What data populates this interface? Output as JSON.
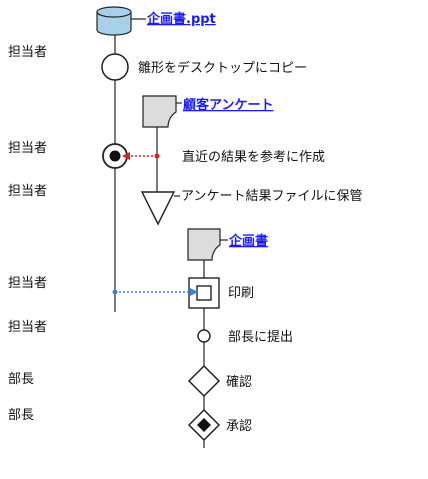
{
  "documents": {
    "ppt_label": "企画書.ppt",
    "survey_label": "顧客アンケート",
    "plan_label": "企画書"
  },
  "roles": {
    "r1": "担当者",
    "r2": "担当者",
    "r3": "担当者",
    "r4": "担当者",
    "r5": "担当者",
    "r6": "部長",
    "r7": "部長"
  },
  "steps": {
    "copy": "雛形をデスクトップにコピー",
    "create": "直近の結果を参考に作成",
    "store": "アンケート結果ファイルに保管",
    "print": "印刷",
    "submit": "部長に提出",
    "confirm": "確認",
    "approve": "承認"
  },
  "colors": {
    "line": "#222222",
    "database_fill": "#a8d0e8",
    "document_fill": "#dcdcdc",
    "red_arrow": "#e02020",
    "blue_arrow": "#3a7fd9",
    "link": "#1a1aff"
  }
}
